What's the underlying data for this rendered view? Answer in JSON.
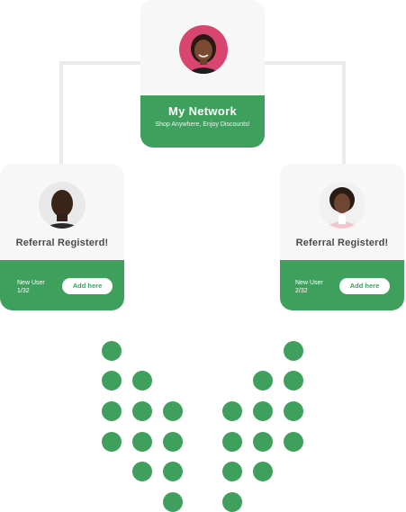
{
  "network": {
    "title": "My Network",
    "subtitle": "Shop Anywhere, Enjoy Discounts!"
  },
  "referrals": [
    {
      "title": "Referral Registerd!",
      "count_label": "New User",
      "count_value": "1/32",
      "button_label": "Add here"
    },
    {
      "title": "Referral Registerd!",
      "count_label": "New User",
      "count_value": "2/32",
      "button_label": "Add here"
    }
  ],
  "colors": {
    "accent": "#3fa05e",
    "card": "#f7f7f7",
    "connector": "#ebebeb",
    "title_text": "#4a4a4a"
  }
}
